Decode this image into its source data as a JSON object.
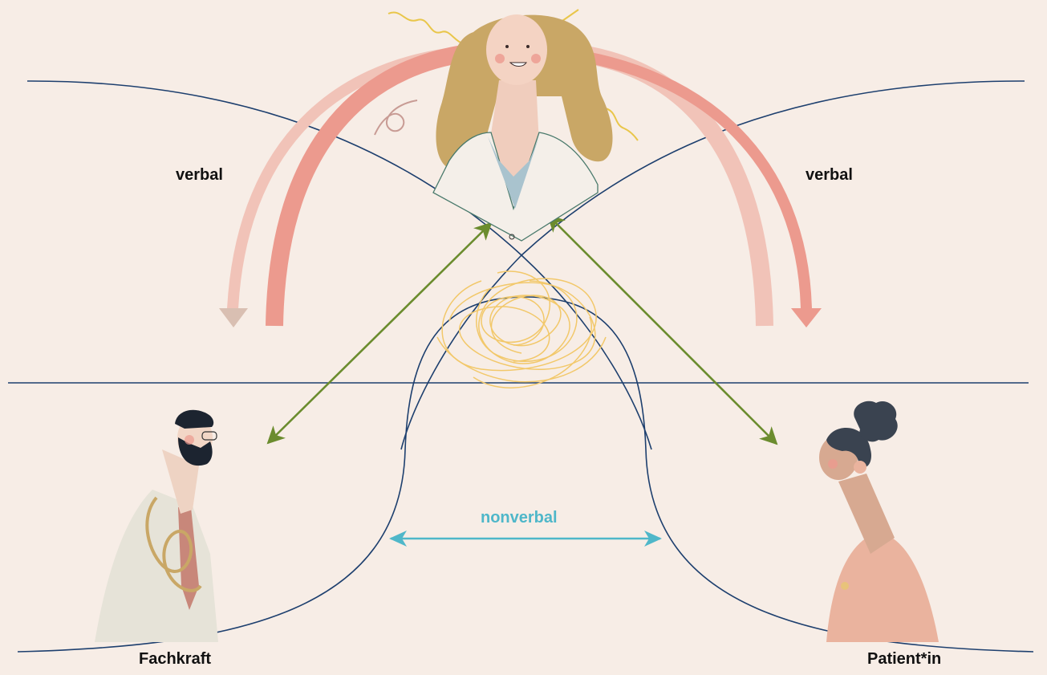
{
  "labels": {
    "verbal_left": "verbal",
    "verbal_right": "verbal",
    "nonverbal": "nonverbal",
    "professional": "Fachkraft",
    "patient": "Patient*in"
  },
  "figures": {
    "top": "interpreter-woman-illustration",
    "left": "doctor-man-illustration",
    "right": "patient-woman-illustration"
  },
  "colors": {
    "background": "#f7ede6",
    "curve_lines": "#1d3f6e",
    "verbal_arrow_dark": "#ec9a8e",
    "verbal_arrow_light": "#f1c3b8",
    "interaction_arrows": "#6b8c2e",
    "nonverbal_arrow": "#4fb7c9",
    "nonverbal_text": "#4fb7c9",
    "label_text": "#111111",
    "tangle": "#f2c86a"
  }
}
